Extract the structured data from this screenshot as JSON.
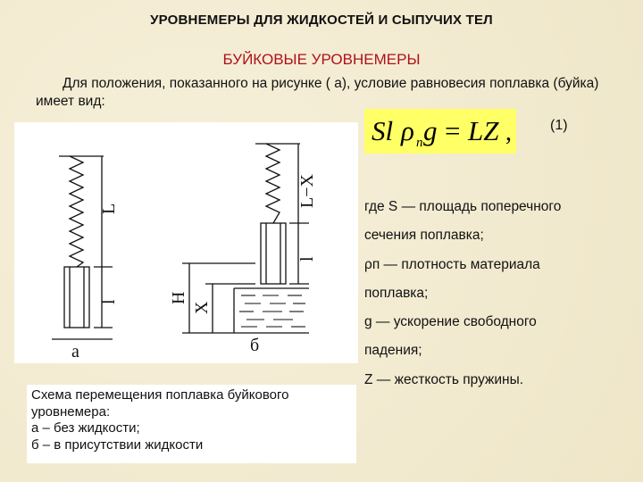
{
  "slide": {
    "title": "УРОВНЕМЕРЫ ДЛЯ  ЖИДКОСТЕЙ И СЫПУЧИХ ТЕЛ",
    "subtitle": "БУЙКОВЫЕ УРОВНЕМЕРЫ",
    "intro": "Для положения, показанного на рисунке ( а), условие равновесия поплавка (буйка) имеет вид:",
    "formula": {
      "lhs_S": "Sl",
      "lhs_rho": "ρ",
      "lhs_sub": "п",
      "lhs_g": "g",
      "eq": "=",
      "rhs": "LZ",
      "comma": ",",
      "number": "(1)"
    },
    "definitions": [
      "где S — площадь поперечного",
      "сечения поплавка;",
      "ρп — плотность материала",
      "поплавка;",
      "g — ускорение свободного",
      "падения;",
      "Z — жесткость пружины."
    ],
    "figure_labels": {
      "L": "L",
      "l_a": "l",
      "a": "а",
      "LminusX": "L−X",
      "l_b": "l",
      "H": "H",
      "X": "X",
      "b": "б"
    },
    "caption": [
      "Схема перемещения поплавка буйкового",
      "уровнемера:",
      "а – без жидкости;",
      "б – в присутствии жидкости"
    ],
    "colors": {
      "background": "#f3ecd2",
      "subtitle": "#b0101a",
      "formula_highlight": "#ffff66"
    }
  }
}
